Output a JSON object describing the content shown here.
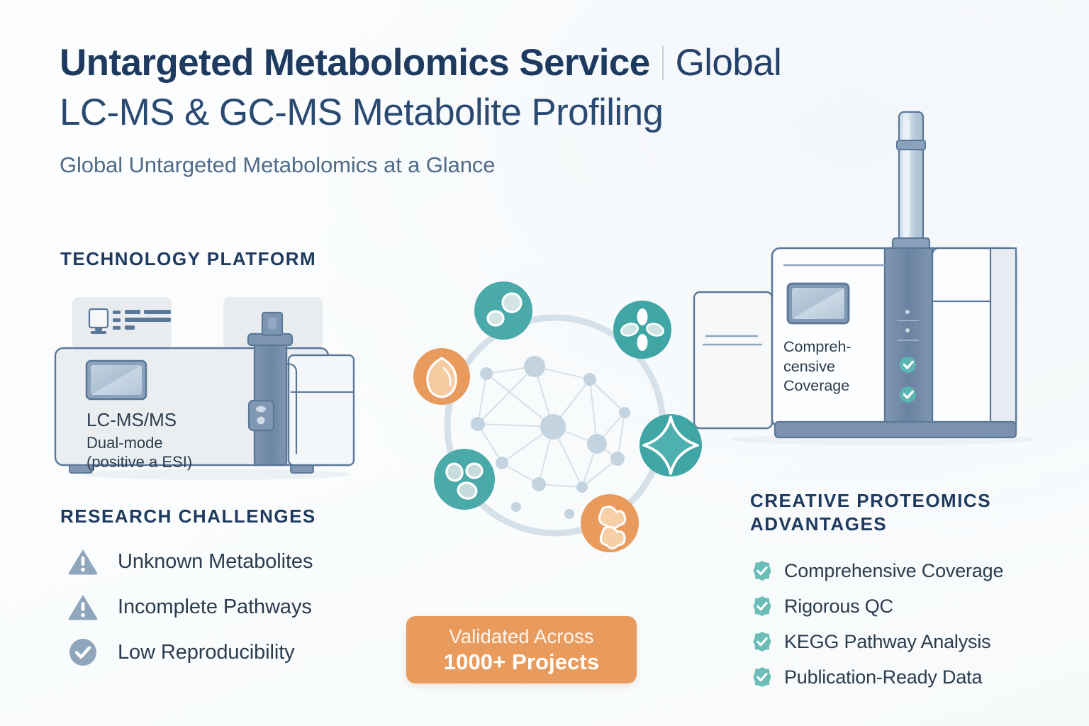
{
  "header": {
    "title_main": "Untargeted Metabolomics Service",
    "title_divider": "|",
    "title_sub": "Global",
    "title_line2": "LC-MS & GC-MS Metabolite Profiling",
    "subtitle": "Global Untargeted Metabolomics at a Glance"
  },
  "technology": {
    "heading": "TECHNOLOGY PLATFORM",
    "instrument_name": "LC-MS/MS",
    "instrument_line2": "Dual-mode",
    "instrument_line3": "(positive a ESI)"
  },
  "gcms": {
    "label_line1": "Compreh-",
    "label_line2": "censive",
    "label_line3": "Coverage"
  },
  "challenges": {
    "heading": "RESEARCH CHALLENGES",
    "items": [
      {
        "label": "Unknown Metabolites",
        "icon": "warning-triangle-icon"
      },
      {
        "label": "Incomplete Pathways",
        "icon": "warning-triangle-icon"
      },
      {
        "label": "Low Reproducibility",
        "icon": "check-circle-icon"
      }
    ]
  },
  "advantages": {
    "heading_line1": "CREATIVE PROTEOMICS",
    "heading_line2": "ADVANTAGES",
    "items": [
      {
        "label": "Comprehensive Coverage",
        "icon": "check-rosette-icon"
      },
      {
        "label": "Rigorous QC",
        "icon": "check-rosette-icon"
      },
      {
        "label": "KEGG Pathway Analysis",
        "icon": "check-rosette-icon"
      },
      {
        "label": "Publication-Ready Data",
        "icon": "check-rosette-icon"
      }
    ]
  },
  "badge": {
    "line1": "Validated Across",
    "line2": "1000+ Projects"
  },
  "network": {
    "nodes_icons": [
      {
        "name": "cells-pair-icon",
        "color": "#4aa9a9",
        "pos": "top-left"
      },
      {
        "name": "flower-cluster-icon",
        "color": "#3fa5a5",
        "pos": "top-right"
      },
      {
        "name": "seed-cell-icon",
        "color": "#e89b5c",
        "pos": "left"
      },
      {
        "name": "cells-triple-icon",
        "color": "#4aa9a9",
        "pos": "bottom-left"
      },
      {
        "name": "sparkle-star-icon",
        "color": "#3fa5a5",
        "pos": "right"
      },
      {
        "name": "molecule-cluster-icon",
        "color": "#e89b5c",
        "pos": "bottom"
      }
    ]
  },
  "colors": {
    "navy": "#1e3a5f",
    "teal": "#4aa9a9",
    "orange": "#e89b5c",
    "slate": "#5c7899",
    "gray_blue": "#8fa6bd",
    "body_text": "#2b3c4e",
    "background": "#fbfcfd"
  }
}
